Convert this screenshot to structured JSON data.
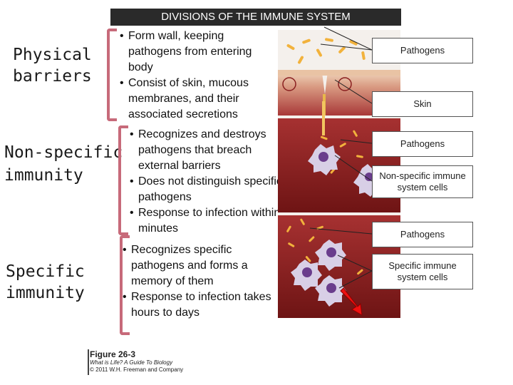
{
  "title": "DIVISIONS OF THE IMMUNE SYSTEM",
  "levels": [
    {
      "label_lines": [
        "Physical",
        "barriers"
      ],
      "bullets": [
        "Form wall, keeping pathogens from entering body",
        "Consist of skin, mucous membranes, and their associated secretions"
      ]
    },
    {
      "label_lines": [
        "Non-specific",
        "immunity"
      ],
      "bullets": [
        "Recognizes and destroys pathogens that breach external barriers",
        "Does not distinguish specific pathogens",
        "Response to infection within minutes"
      ]
    },
    {
      "label_lines": [
        "Specific",
        "immunity"
      ],
      "bullets": [
        "Recognizes specific pathogens and forms a memory of them",
        "Response to infection takes hours to days"
      ]
    }
  ],
  "callouts": [
    "Pathogens",
    "Skin",
    "Pathogens",
    "Non-specific immune system cells",
    "Pathogens",
    "Specific immune system cells"
  ],
  "figure": {
    "title": "Figure 26-3",
    "subtitle": "What is Life? A Guide To Biology",
    "copyright": "© 2011 W.H. Freeman and Company"
  },
  "colors": {
    "bracket": "#c76a7a",
    "skin_top": "#e8c8a8",
    "tissue": "#9a2a2a",
    "tissue_dark": "#6e1414",
    "pathogen": "#f2b23c",
    "immune_cell": "#d8cfe6",
    "nucleus": "#6a3d8c",
    "pointer": "#e11"
  },
  "icons": [
    "pathogen-icon",
    "immune-cell-icon",
    "pointer-arrow-icon"
  ]
}
